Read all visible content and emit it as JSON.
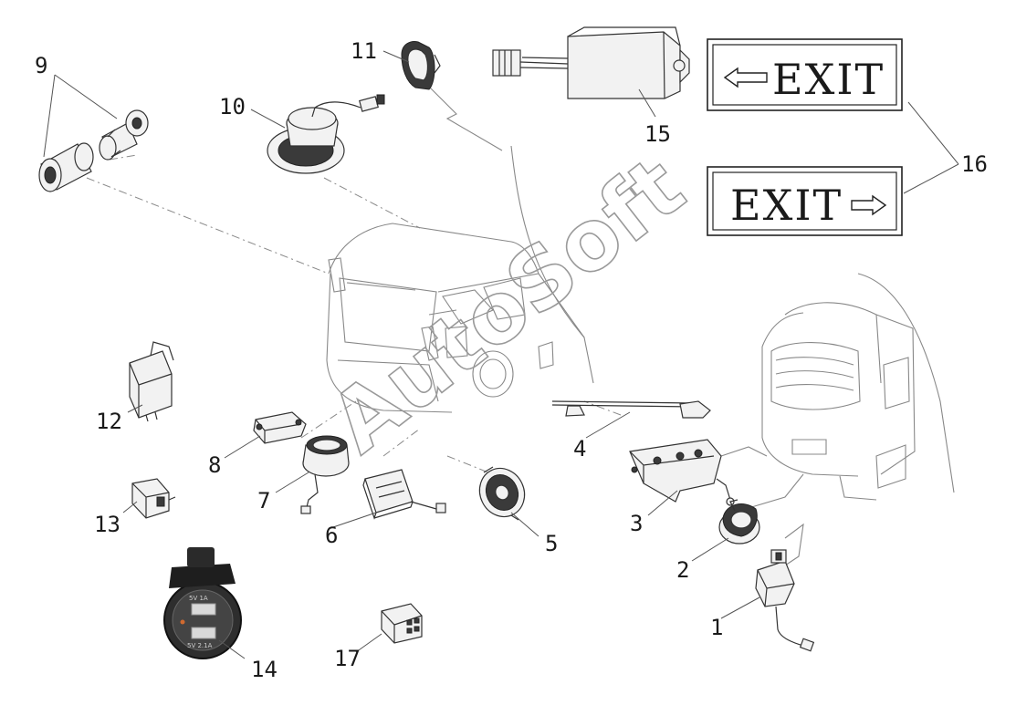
{
  "watermark": "AutoSoft",
  "exit_signs": {
    "left_arrow_text": "EXIT",
    "right_arrow_text": "EXIT"
  },
  "callouts": [
    "1",
    "2",
    "3",
    "4",
    "5",
    "6",
    "7",
    "8",
    "9",
    "10",
    "11",
    "12",
    "13",
    "14",
    "15",
    "16",
    "17"
  ],
  "usb_socket": {
    "top_port": "5V 1A",
    "bottom_port": "5V 2.1A"
  }
}
